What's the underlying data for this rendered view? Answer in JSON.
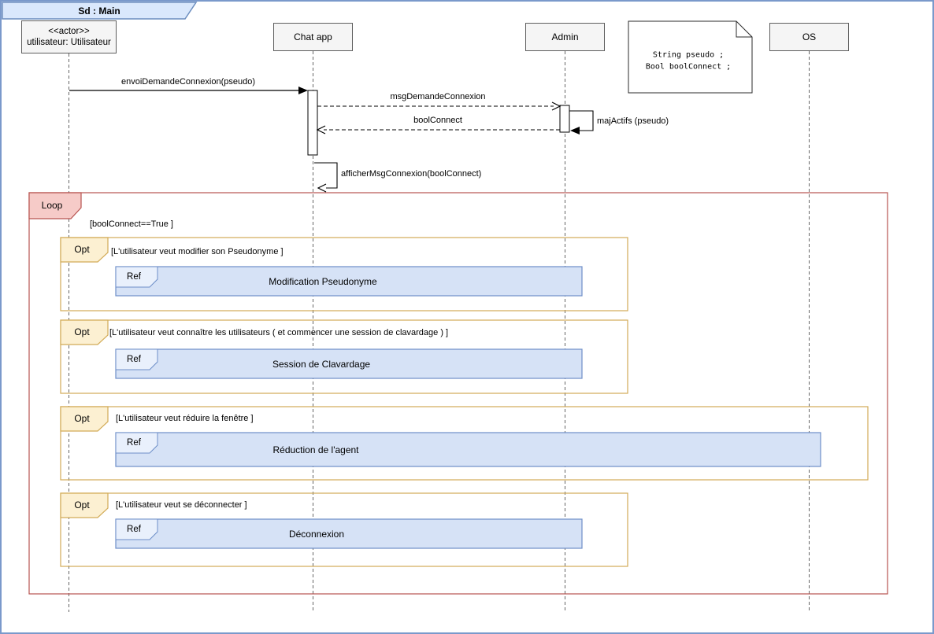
{
  "diagram": {
    "title": "Sd :  Main",
    "participants": [
      {
        "stereotype": "<<actor>>",
        "name": "utilisateur: Utilisateur"
      },
      {
        "name": "Chat app"
      },
      {
        "name": "Admin"
      },
      {
        "name": "OS"
      }
    ],
    "note": {
      "line1": "String pseudo ;",
      "line2": "Bool boolConnect ;"
    },
    "messages": {
      "envoi": "envoiDemandeConnexion(pseudo)",
      "msg_demande": "msgDemandeConnexion",
      "bool_connect": "boolConnect",
      "maj_actifs": "majActifs (pseudo)",
      "afficher": "afficherMsgConnexion(boolConnect)"
    },
    "loop": {
      "label": "Loop",
      "guard": "[boolConnect==True ]"
    },
    "opts": [
      {
        "label": "Opt",
        "guard": "[L'utilisateur veut modifier son Pseudonyme ]",
        "ref_label": "Ref",
        "ref_name": "Modification Pseudonyme"
      },
      {
        "label": "Opt",
        "guard": "[L'utilisateur veut connaître les utilisateurs ( et commencer une session de clavardage ) ]",
        "ref_label": "Ref",
        "ref_name": "Session de Clavardage"
      },
      {
        "label": "Opt",
        "guard": "[L'utilisateur veut réduire la fenêtre ]",
        "ref_label": "Ref",
        "ref_name": "Réduction de l'agent"
      },
      {
        "label": "Opt",
        "guard": "[L'utilisateur veut se déconnecter ]",
        "ref_label": "Ref",
        "ref_name": "Déconnexion"
      }
    ],
    "colors": {
      "frame_border": "#6c8ebf",
      "frame_fill": "#dae8fc",
      "loop_fill": "#f6cbc8",
      "loop_border": "#b85450",
      "opt_fill": "#fcf0d2",
      "opt_border": "#d2ab57",
      "ref_fill": "#d6e2f6",
      "ref_pentagon_fill": "#e9f0fc",
      "ref_border": "#6d8ec8",
      "participant_fill": "#f5f5f5",
      "line": "#000000"
    }
  }
}
